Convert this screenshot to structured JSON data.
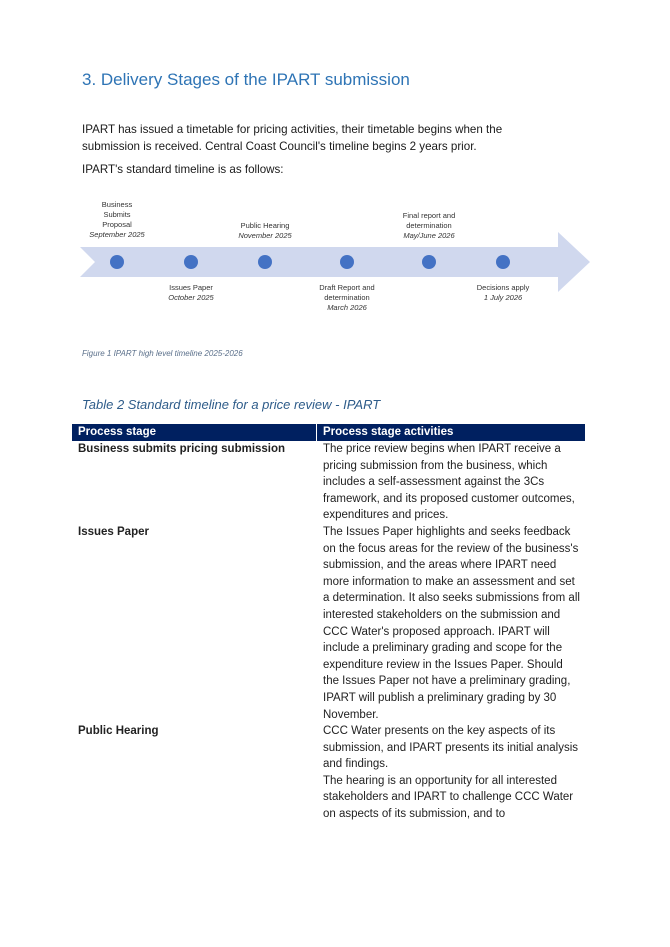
{
  "heading": "3. Delivery Stages of the IPART submission",
  "paragraphs": {
    "p1": "IPART has issued a timetable for pricing activities, their timetable begins when the submission is received. Central Coast Council's timeline begins 2 years prior.",
    "p2": "IPART's standard timeline is as follows:"
  },
  "timeline": {
    "above": [
      {
        "lines": [
          "Business",
          "Submits",
          "Proposal"
        ],
        "date": "September 2025"
      },
      {
        "lines": [
          "Public Hearing"
        ],
        "date": "November 2025"
      },
      {
        "lines": [
          "Final report and",
          "determination"
        ],
        "date": "May/June 2026"
      }
    ],
    "below": [
      {
        "lines": [
          "Issues Paper"
        ],
        "date": "October 2025"
      },
      {
        "lines": [
          "Draft Report and",
          "determination"
        ],
        "date": "March 2026"
      },
      {
        "lines": [
          "Decisions apply"
        ],
        "date": "1 July 2026"
      }
    ],
    "arrow_color": "#d0d8ee",
    "dot_color": "#4472c4"
  },
  "caption": "Figure 1 IPART high level timeline 2025-2026",
  "table": {
    "title": "Table 2 Standard timeline for a price review - IPART",
    "headers": [
      "Process stage",
      "Process stage activities"
    ],
    "header_color": "#002060",
    "rows": [
      {
        "stage": "Business submits pricing submission",
        "activities": [
          "The price review begins when IPART receive a pricing submission from the business, which includes a self-assessment against the 3Cs framework, and its proposed customer outcomes, expenditures and prices."
        ]
      },
      {
        "stage": "Issues Paper",
        "activities": [
          "The Issues Paper highlights and seeks feedback on the focus areas for the review of the business's submission, and the areas where IPART need more information to make an assessment and set a determination. It also seeks submissions from all interested stakeholders on the submission and CCC Water's proposed approach. IPART will include a preliminary grading and scope for the expenditure review in the Issues Paper. Should the Issues Paper not have a preliminary grading, IPART will publish a preliminary grading by 30 November."
        ]
      },
      {
        "stage": "Public Hearing",
        "activities": [
          "CCC Water presents on the key aspects of its submission, and IPART presents its initial analysis and findings.",
          "The hearing is an opportunity for all interested stakeholders and IPART to challenge CCC Water on aspects of its submission, and to"
        ]
      }
    ]
  }
}
